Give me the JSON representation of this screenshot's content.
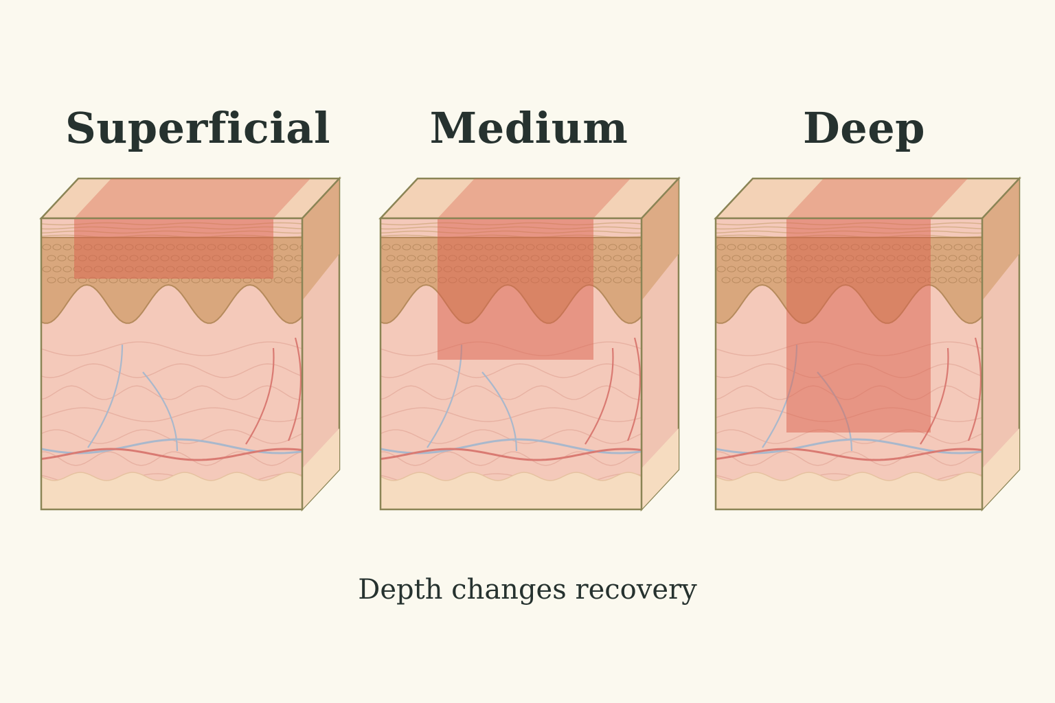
{
  "panels": [
    {
      "label": "Superficial",
      "depth": "epidermis"
    },
    {
      "label": "Medium",
      "depth": "upper dermis"
    },
    {
      "label": "Deep",
      "depth": "mid dermis"
    }
  ],
  "caption": "Depth changes recovery",
  "colors": {
    "background": "#fbf9ef",
    "top_face": "#f3d2b6",
    "epidermis": "#d9a77d",
    "dermis": "#f4c9ba",
    "fat": "#f6dcc0",
    "outline": "#8a8455",
    "treatment": "#d9624e",
    "vein": "#a9b8cc",
    "artery": "#d97a72"
  }
}
